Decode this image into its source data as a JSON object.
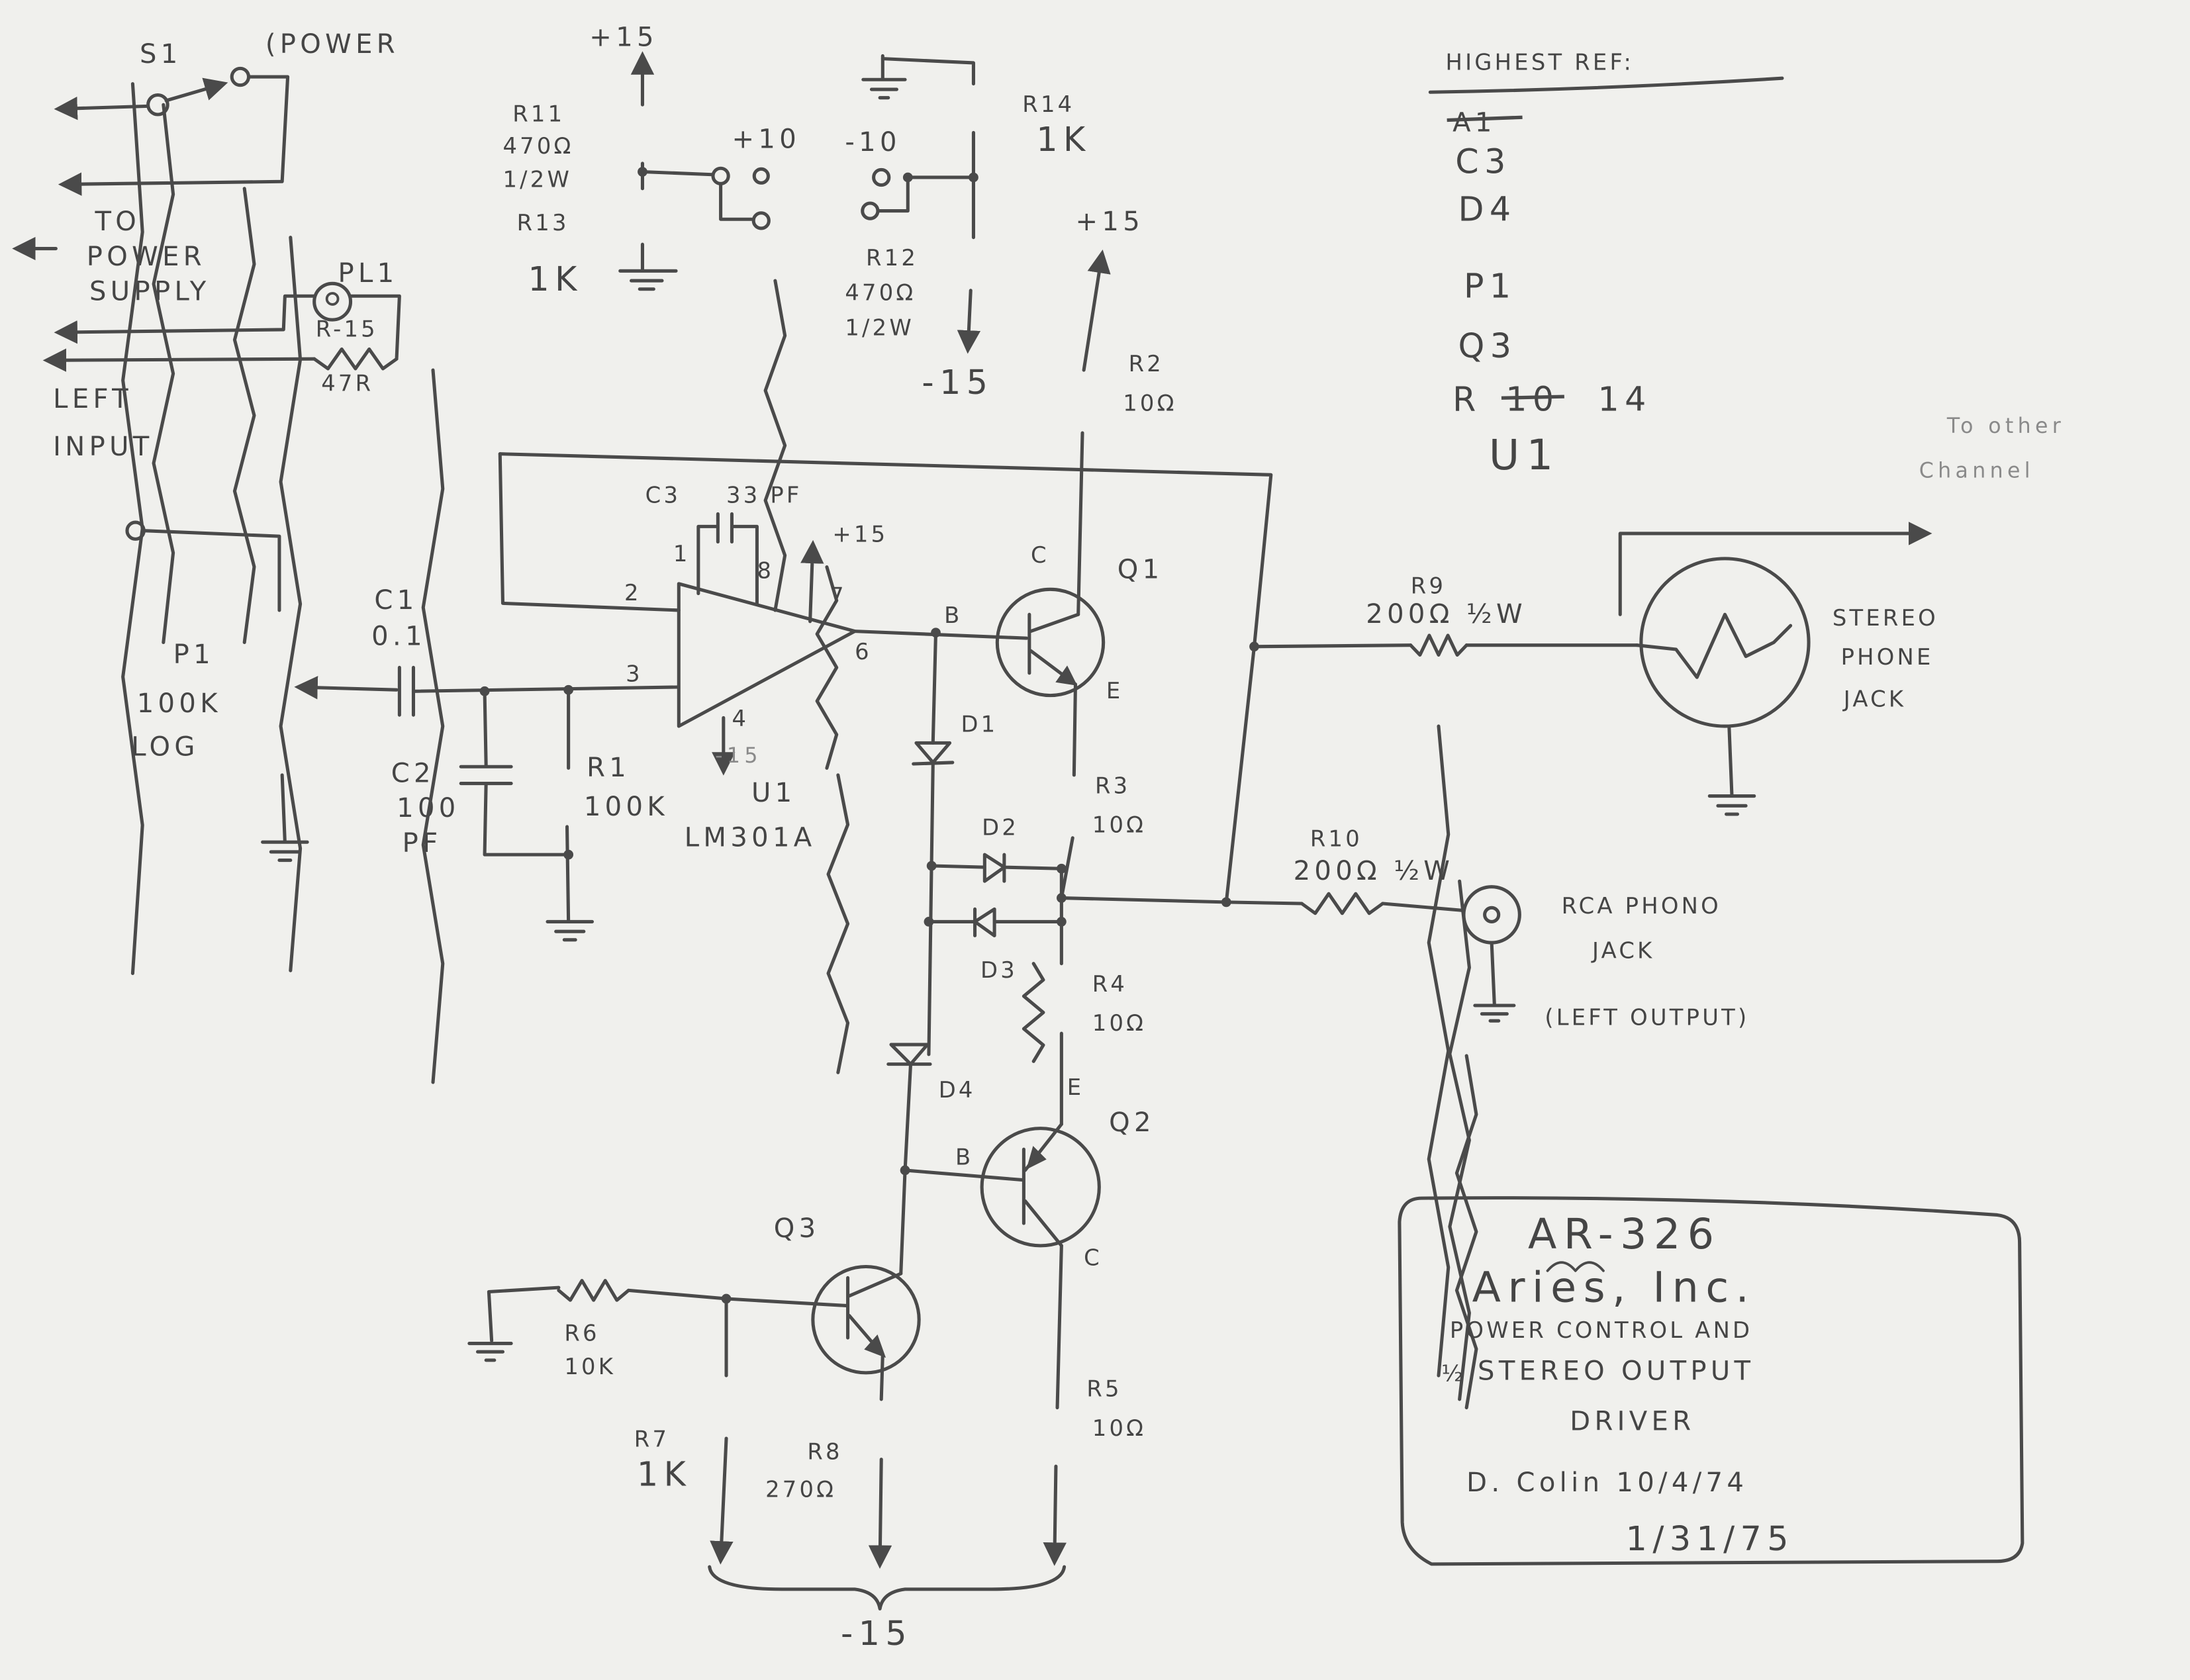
{
  "power": {
    "switch_label": "S1",
    "switch_note": "(POWER",
    "to_power_supply": [
      "TO",
      "POWER",
      "SUPPLY"
    ],
    "lamp_label": "PL1",
    "lamp_resistor": "R-15",
    "lamp_resistor_value": "47R",
    "left_input": [
      "LEFT",
      "INPUT"
    ]
  },
  "dividers": {
    "pos_supply": "+15",
    "r11": {
      "ref": "R11",
      "value": "470Ω",
      "rating": "1/2W"
    },
    "r13": {
      "ref": "R13",
      "value": "1K"
    },
    "pos_tap": "+10",
    "neg_tap": "-10",
    "r14": {
      "ref": "R14",
      "value": "1K"
    },
    "r12": {
      "ref": "R12",
      "value": "470Ω",
      "rating": "1/2W"
    },
    "neg_supply": "-15"
  },
  "input_stage": {
    "p1": {
      "ref": "P1",
      "value": "100K",
      "taper": "LOG"
    },
    "c1": {
      "ref": "C1",
      "value": "0.1"
    },
    "c2": {
      "ref": "C2",
      "value": "100",
      "unit": "PF"
    },
    "r1": {
      "ref": "R1",
      "value": "100K"
    }
  },
  "opamp": {
    "c3": {
      "ref": "C3",
      "value": "33 PF"
    },
    "pins": {
      "p1": "1",
      "p2": "2",
      "p3": "3",
      "p4": "4",
      "p6": "6",
      "p7": "7",
      "p8": "8"
    },
    "vpos": "+15",
    "vneg": "-15",
    "ref": "U1",
    "part": "LM301A"
  },
  "output_stage": {
    "q1": {
      "ref": "Q1",
      "c": "C",
      "b": "B",
      "e": "E"
    },
    "q2": {
      "ref": "Q2",
      "c": "C",
      "b": "B",
      "e": "E"
    },
    "q3": {
      "ref": "Q3"
    },
    "r2": {
      "ref": "R2",
      "value": "10Ω"
    },
    "r2_supply": "+15",
    "r3": {
      "ref": "R3",
      "value": "10Ω"
    },
    "r4": {
      "ref": "R4",
      "value": "10Ω"
    },
    "r5": {
      "ref": "R5",
      "value": "10Ω"
    },
    "r6": {
      "ref": "R6",
      "value": "10K"
    },
    "r7": {
      "ref": "R7",
      "value": "1K"
    },
    "r8": {
      "ref": "R8",
      "value": "270Ω"
    },
    "d1": "D1",
    "d2": "D2",
    "d3": "D3",
    "d4": "D4",
    "bottom_supply": "-15"
  },
  "outputs": {
    "r9": {
      "ref": "R9",
      "value": "200Ω ½W"
    },
    "r10": {
      "ref": "R10",
      "value": "200Ω ½W"
    },
    "stereo_jack": [
      "STEREO",
      "PHONE",
      "JACK"
    ],
    "other_channel": [
      "To other",
      "Channel"
    ],
    "rca_jack": [
      "RCA PHONO",
      "JACK",
      "(LEFT OUTPUT)"
    ]
  },
  "highest_ref": {
    "title": "HIGHEST REF:",
    "items": [
      {
        "label": "A1",
        "struck": true
      },
      {
        "label": "C3"
      },
      {
        "label": "D4"
      },
      {
        "label": "P1"
      },
      {
        "label": "Q3"
      },
      {
        "label": "R",
        "struck_part": "10",
        "correction": "14"
      },
      {
        "label": "U1"
      }
    ]
  },
  "title_block": {
    "part_number": "AR-326",
    "company": "Aries, Inc.",
    "line1": "POWER CONTROL AND",
    "fraction": "½",
    "line2": "STEREO OUTPUT",
    "line3": "DRIVER",
    "author_date": "D. Colin 10/4/74",
    "revision_date": "1/31/75"
  }
}
